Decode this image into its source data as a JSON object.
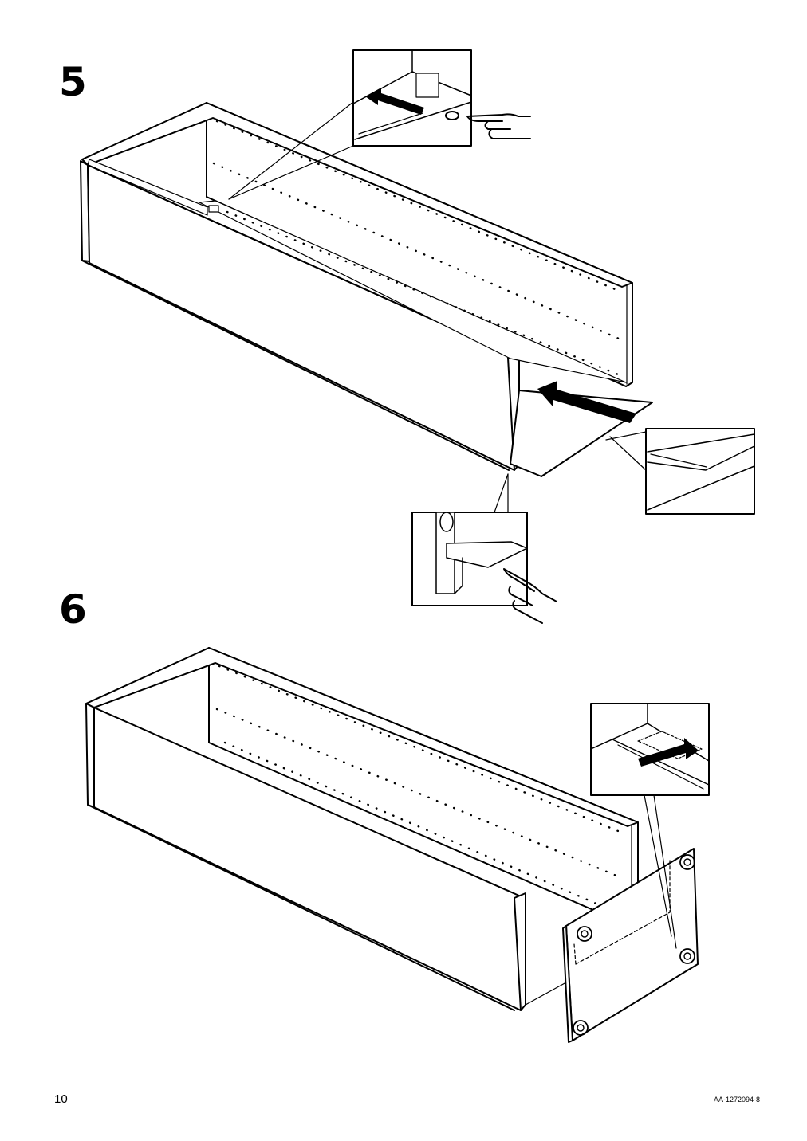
{
  "steps": [
    {
      "number": "5"
    },
    {
      "number": "6"
    }
  ],
  "footer": {
    "page_number": "10",
    "document_code": "AA-1272094-8"
  },
  "icons": [
    "pointing-hand-icon",
    "push-arrow-icon"
  ]
}
